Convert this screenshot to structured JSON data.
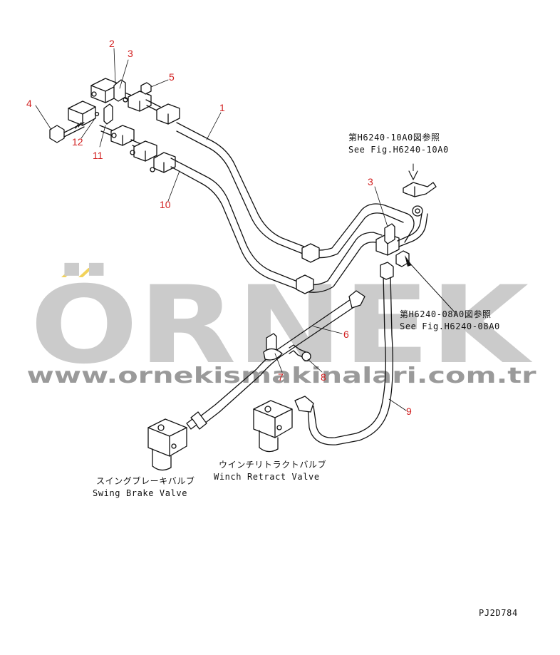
{
  "watermark": {
    "brand": "ÖRNEK",
    "url": "www.ornekismakinalari.com.tr",
    "brand_color": "#c9c9c9",
    "accent_color": "#f2d25a"
  },
  "callouts": [
    "1",
    "2",
    "3",
    "4",
    "5",
    "10",
    "11",
    "12",
    "3",
    "6",
    "7",
    "8",
    "9"
  ],
  "references": {
    "ref_top_jp": "第H6240-10A0図参照",
    "ref_top_en": "See Fig.H6240-10A0",
    "ref_mid_jp": "第H6240-08A0図参照",
    "ref_mid_en": "See Fig.H6240-08A0"
  },
  "components": {
    "swing_brake_jp": "スイングブレーキバルブ",
    "swing_brake_en": "Swing Brake Valve",
    "winch_retract_jp": "ウインチリトラクトバルブ",
    "winch_retract_en": "Winch Retract Valve"
  },
  "drawing_code": "PJ2D784",
  "colors": {
    "line": "#111111",
    "callout": "#d22020"
  }
}
